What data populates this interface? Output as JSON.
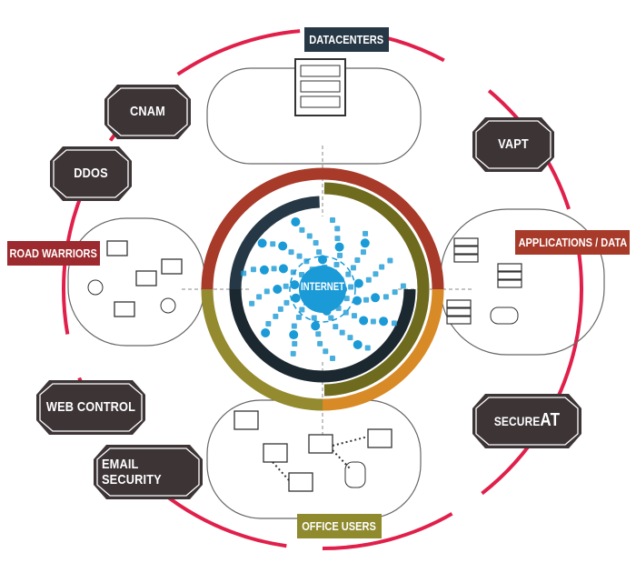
{
  "center": {
    "label": "INTERNET"
  },
  "callouts": {
    "datacenters": "DATACENTERS",
    "applications": "APPLICATIONS / DATA",
    "road_warriors": "ROAD WARRIORS",
    "office_users": "OFFICE USERS"
  },
  "badges": {
    "cnam": "CNAM",
    "ddos": "DDOS",
    "vapt": "VAPT",
    "web_control": "WEB CONTROL",
    "email_security": "EMAIL SECURITY",
    "secureat_prefix": "SECURE",
    "secureat_suffix": "AT"
  },
  "colors": {
    "ring": "#e0204a",
    "badge": "#3d3436",
    "navy": "#263845",
    "red": "#a83a2a",
    "olive": "#6e6a1e",
    "olive_light": "#948a30",
    "orange": "#d88a26",
    "internet_blue": "#1a9ad6"
  }
}
